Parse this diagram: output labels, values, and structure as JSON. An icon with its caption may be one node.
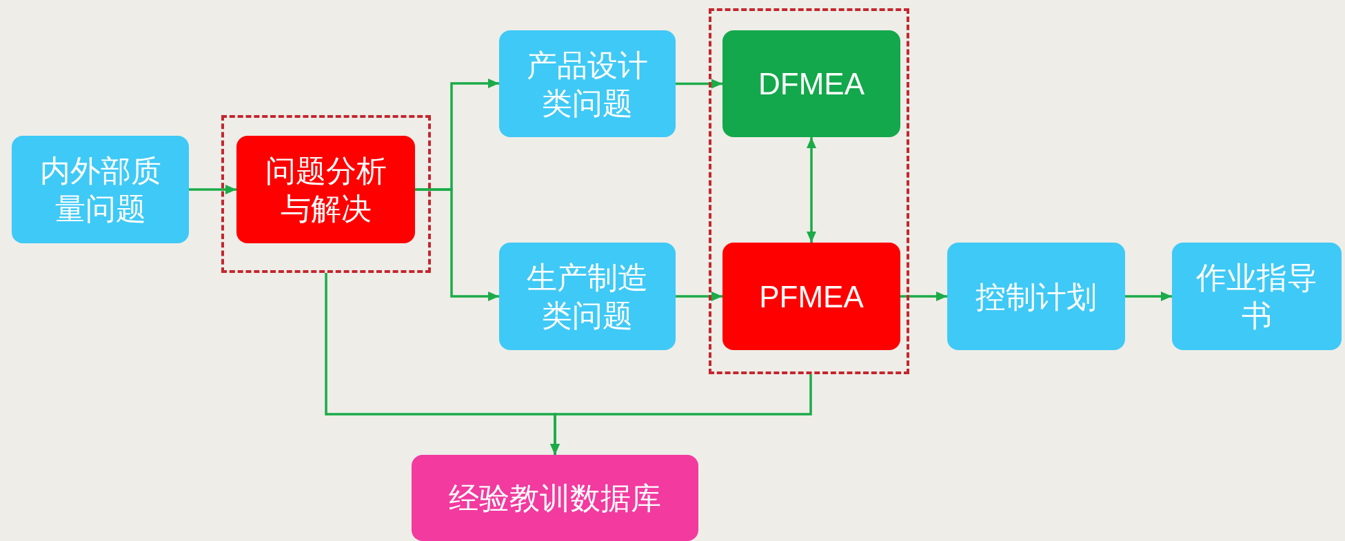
{
  "diagram": {
    "nodes": [
      {
        "text": [
          "内外部质量问题"
        ]
      },
      {
        "text": [],
        "shape": "box"
      },
      {
        "text": [
          "问题分析与解决"
        ],
        "in": 1
      },
      {
        "text": [
          "产品设计类问题"
        ]
      },
      {
        "text": [
          "生产制造类问题"
        ]
      },
      {
        "text": [],
        "shape": "box"
      },
      {
        "text": [
          "DFMEA"
        ],
        "in": 5
      },
      {
        "text": [
          "PFMEA"
        ],
        "in": 5
      },
      {
        "text": [
          "控制计划"
        ]
      },
      {
        "text": [
          "作业指导书"
        ]
      },
      {
        "text": [
          "经验教训数据库"
        ]
      }
    ],
    "edges": [
      {
        "from": 0,
        "to": 2,
        "arrow": "to"
      },
      {
        "from": 2,
        "to": 3,
        "arrow": "to"
      },
      {
        "from": 2,
        "to": 4,
        "arrow": "to"
      },
      {
        "from": 3,
        "to": 6,
        "arrow": "to"
      },
      {
        "from": 4,
        "to": 7,
        "arrow": "to"
      },
      {
        "from": 6,
        "to": 7,
        "arrow": "both"
      },
      {
        "from": 7,
        "to": 8,
        "arrow": "to"
      },
      {
        "from": 8,
        "to": 9,
        "arrow": "to"
      },
      {
        "from": 1,
        "to": 10,
        "arrow": "to"
      },
      {
        "from": 5,
        "to": 10,
        "arrow": "to"
      }
    ]
  }
}
